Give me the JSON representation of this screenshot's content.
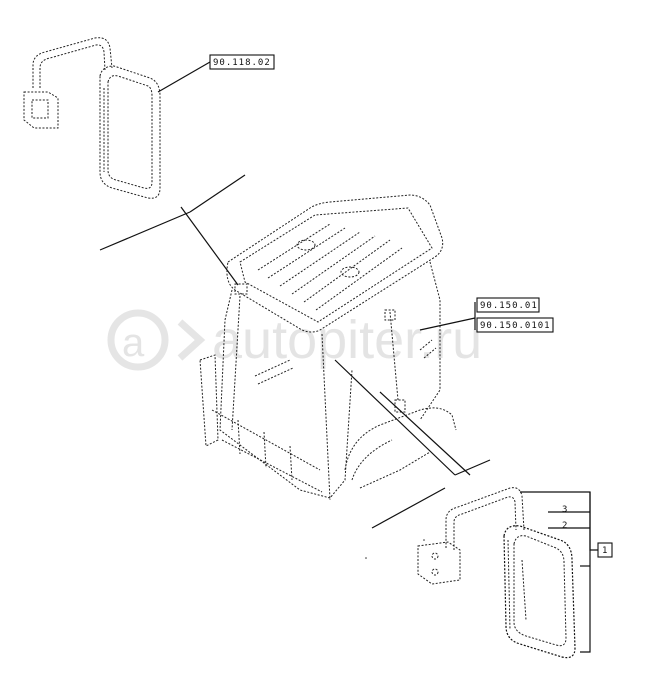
{
  "watermark": {
    "text": "autopiter.ru"
  },
  "references": {
    "upper_mirror": "90.118.02",
    "cab_1": "90.150.01",
    "cab_2": "90.150.0101"
  },
  "parts": {
    "p1": "1",
    "p2": "2",
    "p3": "3"
  }
}
